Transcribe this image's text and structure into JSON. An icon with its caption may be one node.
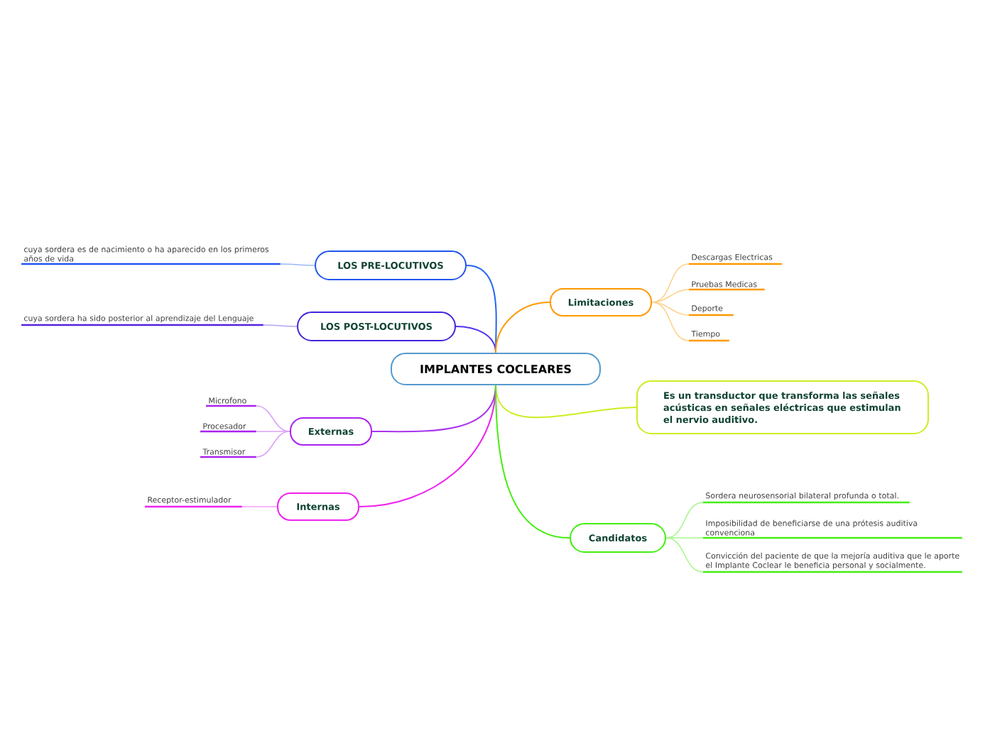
{
  "diagram": {
    "nodes": [
      {
        "text": [
          "IMPLANTES COCLEARES"
        ]
      },
      {
        "text": [
          "LOS PRE-LOCUTIVOS"
        ]
      },
      {
        "text": [
          "cuya sordera es de nacimiento o ha aparecido en los primeros años de vida"
        ]
      },
      {
        "text": [
          "LOS POST-LOCUTIVOS"
        ]
      },
      {
        "text": [
          "cuya sordera ha sido posterior al aprendizaje del Lenguaje"
        ]
      },
      {
        "text": [
          "Externas"
        ]
      },
      {
        "text": [
          "Microfono"
        ]
      },
      {
        "text": [
          "Procesador"
        ]
      },
      {
        "text": [
          "Transmisor"
        ]
      },
      {
        "text": [
          "Internas"
        ]
      },
      {
        "text": [
          "Receptor-estimulador"
        ]
      },
      {
        "text": [
          "Limitaciones"
        ]
      },
      {
        "text": [
          "Descargas Electricas"
        ]
      },
      {
        "text": [
          "Pruebas Medicas"
        ]
      },
      {
        "text": [
          "Deporte"
        ]
      },
      {
        "text": [
          "Tiempo"
        ]
      },
      {
        "text": [
          "Es un transductor que transforma las señales acústicas en señales eléctricas que estimulan el nervio auditivo."
        ]
      },
      {
        "text": [
          "Candidatos"
        ]
      },
      {
        "text": [
          "Sordera neurosensorial bilateral profunda o total."
        ]
      },
      {
        "text": [
          "Imposibilidad de beneficiarse de una prótesis auditiva convenciona"
        ]
      },
      {
        "text": [
          "Convicción del paciente de que la mejoría auditiva que le aporte el Implante Coclear le beneficia personal y socialmente."
        ]
      }
    ],
    "edges": [
      {
        "from": 0,
        "to": 1,
        "arrow": "none",
        "color": "#2266ee"
      },
      {
        "from": 1,
        "to": 2,
        "arrow": "none",
        "color": "#9cbaf7"
      },
      {
        "from": 0,
        "to": 3,
        "arrow": "none",
        "color": "#5533ee"
      },
      {
        "from": 3,
        "to": 4,
        "arrow": "none",
        "color": "#b2a3f7"
      },
      {
        "from": 0,
        "to": 5,
        "arrow": "none",
        "color": "#aa33ee"
      },
      {
        "from": 5,
        "to": 6,
        "arrow": "none",
        "color": "#d9a3f7"
      },
      {
        "from": 5,
        "to": 7,
        "arrow": "none",
        "color": "#d9a3f7"
      },
      {
        "from": 5,
        "to": 8,
        "arrow": "none",
        "color": "#d9a3f7"
      },
      {
        "from": 0,
        "to": 9,
        "arrow": "none",
        "color": "#ee22ee"
      },
      {
        "from": 9,
        "to": 10,
        "arrow": "none",
        "color": "#f79cf7"
      },
      {
        "from": 0,
        "to": 11,
        "arrow": "none",
        "color": "#ff9900"
      },
      {
        "from": 11,
        "to": 12,
        "arrow": "none",
        "color": "#ffd18c"
      },
      {
        "from": 11,
        "to": 13,
        "arrow": "none",
        "color": "#ffd18c"
      },
      {
        "from": 11,
        "to": 14,
        "arrow": "none",
        "color": "#ffd18c"
      },
      {
        "from": 11,
        "to": 15,
        "arrow": "none",
        "color": "#ffd18c"
      },
      {
        "from": 0,
        "to": 16,
        "arrow": "none",
        "color": "#ccee22"
      },
      {
        "from": 0,
        "to": 17,
        "arrow": "none",
        "color": "#44ee11"
      },
      {
        "from": 17,
        "to": 18,
        "arrow": "none",
        "color": "#a8f68c"
      },
      {
        "from": 17,
        "to": 19,
        "arrow": "none",
        "color": "#a8f68c"
      },
      {
        "from": 17,
        "to": 20,
        "arrow": "none",
        "color": "#a8f68c"
      }
    ]
  }
}
